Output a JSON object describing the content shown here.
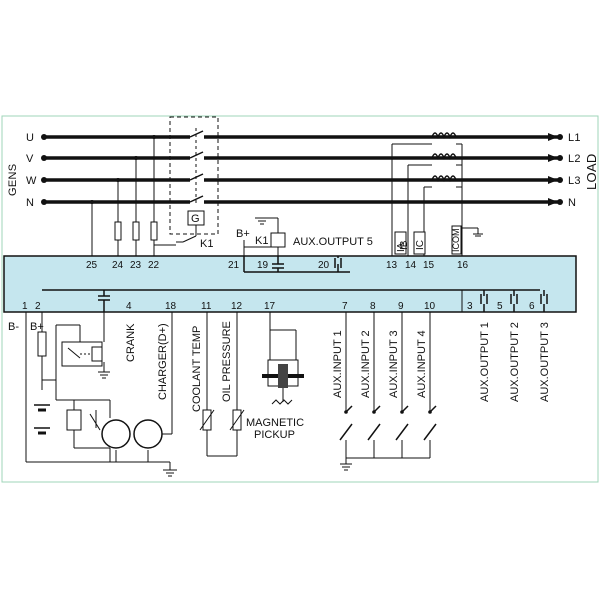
{
  "lines": {
    "gens_label": "GENS",
    "load_label": "LOAD",
    "left": [
      "U",
      "V",
      "W",
      "N"
    ],
    "right": [
      "L1",
      "L2",
      "L3",
      "N"
    ]
  },
  "pins_top": {
    "p25": "25",
    "p24": "24",
    "p23": "23",
    "p22": "22",
    "p21": "21",
    "p19": "19",
    "p20": "20",
    "p13": "13",
    "p14": "14",
    "p15": "15",
    "p16": "16"
  },
  "pins_bottom": {
    "p1": "1",
    "p2": "2",
    "p4": "4",
    "p18": "18",
    "p11": "11",
    "p12": "12",
    "p17": "17",
    "p7": "7",
    "p8": "8",
    "p9": "9",
    "p10": "10",
    "p3": "3",
    "p5": "5",
    "p6": "6"
  },
  "labels": {
    "g_box": "G",
    "k1": "K1",
    "k1_relay": "K1",
    "b_plus_top": "B+",
    "aux_output5": "AUX.OUTPUT 5",
    "ia": "IA",
    "ib": "IB",
    "ic": "IC",
    "icom": "ICOM",
    "b_minus": "B-",
    "b_plus": "B+",
    "crank": "CRANK",
    "charger": "CHARGER(D+)",
    "coolant_temp": "COOLANT TEMP",
    "oil_pressure": "OIL PRESSURE",
    "magnetic": "MAGNETIC",
    "pickup": "PICKUP",
    "aux_input1": "AUX.INPUT 1",
    "aux_input2": "AUX.INPUT 2",
    "aux_input3": "AUX.INPUT 3",
    "aux_input4": "AUX.INPUT 4",
    "aux_output1": "AUX.OUTPUT 1",
    "aux_output2": "AUX.OUTPUT 2",
    "aux_output3": "AUX.OUTPUT 3"
  },
  "colors": {
    "controller_fill": "#c5e6ee",
    "wire": "#111111",
    "frame": "#9fd4b8"
  }
}
